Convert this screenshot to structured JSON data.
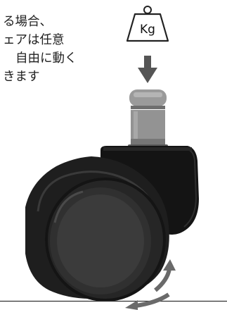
{
  "caption": {
    "lines": [
      "る場合、",
      "ェアは任意",
      "自由に動く",
      "きます"
    ]
  },
  "weight": {
    "label": "Kg",
    "icon": "weight-icon"
  },
  "colors": {
    "wheel": "#1c1c1c",
    "housing": "#111111",
    "stem": "#8f8f8f",
    "arrow": "#555555",
    "rotation_arrow": "#6a6a6a"
  }
}
